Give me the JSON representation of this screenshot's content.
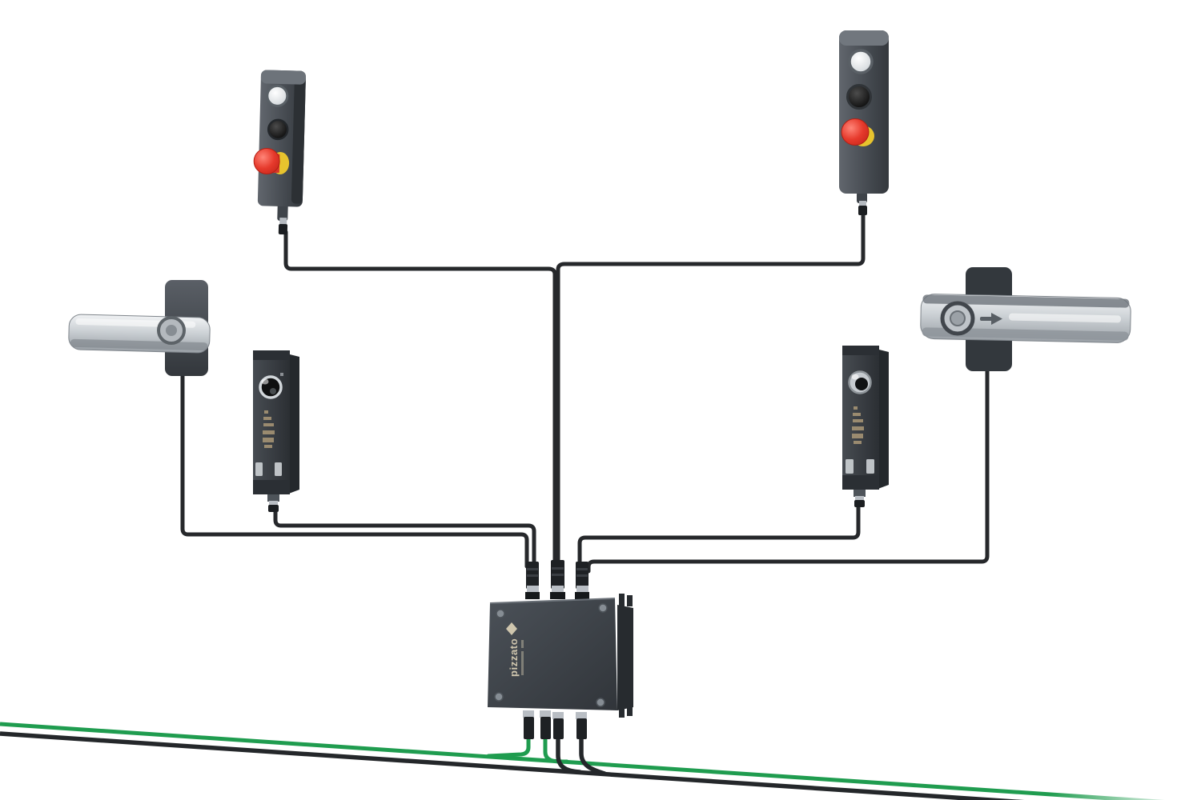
{
  "scene": {
    "type": "product-wiring-illustration",
    "description": "Safety control devices (two emergency-stop button stations, two safety door handles, two safety sensor switches) wired to a central passive junction box that taps onto a green/black field bus",
    "background_color": "#ffffff"
  },
  "junction_box": {
    "name": "passive-junction-box",
    "brand_label": "pizzato",
    "top_ports": 3,
    "bottom_ports": 4,
    "body_color": "#3e444b",
    "bracket_color": "#272b2f"
  },
  "devices": [
    {
      "id": "estop-station-left",
      "kind": "emergency-stop-button-station",
      "buttons": [
        "white-illuminated-button",
        "black-push-button",
        "red-emergency-stop-button"
      ]
    },
    {
      "id": "estop-station-right",
      "kind": "emergency-stop-button-station",
      "buttons": [
        "white-illuminated-button",
        "black-push-button",
        "red-emergency-stop-button"
      ]
    },
    {
      "id": "door-handle-left",
      "kind": "safety-door-handle"
    },
    {
      "id": "safety-switch-left",
      "kind": "safety-sensor-switch"
    },
    {
      "id": "safety-switch-right",
      "kind": "safety-sensor-switch"
    },
    {
      "id": "door-handle-right",
      "kind": "safety-door-handle",
      "marking": "right-arrow"
    }
  ],
  "cables": {
    "device_cable_color": "#26282b",
    "bus_green_color": "#1f9c4f",
    "bus_black_color": "#24272a"
  },
  "colors": {
    "estop_red": "#dc3125",
    "estop_collar_yellow": "#e7c32e",
    "button_white": "#e9ebed",
    "device_body_dark": "#3a3f45",
    "handle_metal": "#c7ccd1",
    "label_gold": "#ab9877",
    "connector_silver": "#b9bec4",
    "connector_black": "#1b1e21"
  }
}
